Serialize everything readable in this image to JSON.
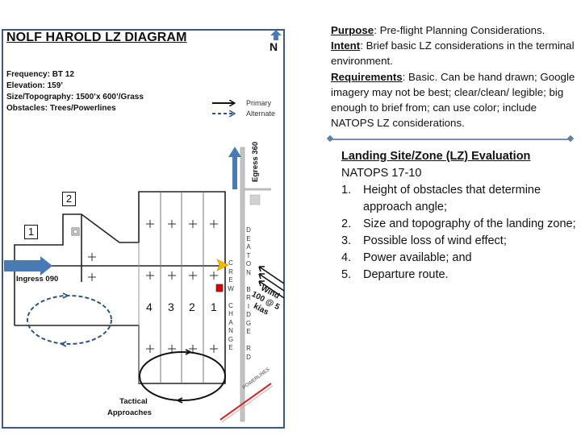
{
  "diagram": {
    "title": "NOLF HAROLD LZ DIAGRAM",
    "north_label": "N",
    "info": [
      {
        "label": "Frequency:",
        "value": "BT 12"
      },
      {
        "label": "Elevation:",
        "value": "159’"
      },
      {
        "label": "Size/Topography:",
        "value": "1500’x 600’/Grass"
      },
      {
        "label": "Obstacles:",
        "value": "Trees/Powerlines"
      }
    ],
    "legend": {
      "primary": "Primary",
      "alternate": "Alternate"
    },
    "box_labels": [
      "1",
      "2"
    ],
    "lz_numbers": [
      "4",
      "3",
      "2",
      "1"
    ],
    "ingress_label": "Ingress 090",
    "egress_label": "Egress 360",
    "road_label": "DEATON BRIDGE RD",
    "crew_change_label": "CREW CHANGE",
    "wind_label_lines": [
      "Wind",
      "100 @ 5",
      "kias"
    ],
    "powerlines_label": "POWERLINES",
    "tactical_label_lines": [
      "Tactical",
      "Approaches"
    ],
    "colors": {
      "border": "#3d5a7a",
      "arrow_blue": "#4a7ab5",
      "alternate_dashed": "#2f5580",
      "flag_yellow": "#f5b800",
      "marker_red": "#dd0000",
      "road_gray": "#bdbdbd",
      "powerline_red": "#cc2a2a"
    }
  },
  "purpose": {
    "purpose_key": "Purpose",
    "purpose_text": ": Pre-flight Planning Considerations.",
    "intent_key": "Intent",
    "intent_text": ": Brief basic LZ considerations in the terminal environment.",
    "requirements_key": "Requirements",
    "requirements_text": ": Basic. Can be hand drawn; Google imagery may not be best; clear/clean/ legible; big enough to brief from; can use color; include NATOPS LZ considerations."
  },
  "evaluation": {
    "heading": "Landing Site/Zone (LZ) Evaluation",
    "subheading": "NATOPS 17-10",
    "items": [
      {
        "num": "1.",
        "text": "Height of obstacles that determine approach angle;"
      },
      {
        "num": "2.",
        "text": "Size and topography of the landing zone;"
      },
      {
        "num": "3.",
        "text": "Possible loss of wind effect;"
      },
      {
        "num": "4.",
        "text": "Power available; and"
      },
      {
        "num": "5.",
        "text": "Departure route."
      }
    ]
  }
}
